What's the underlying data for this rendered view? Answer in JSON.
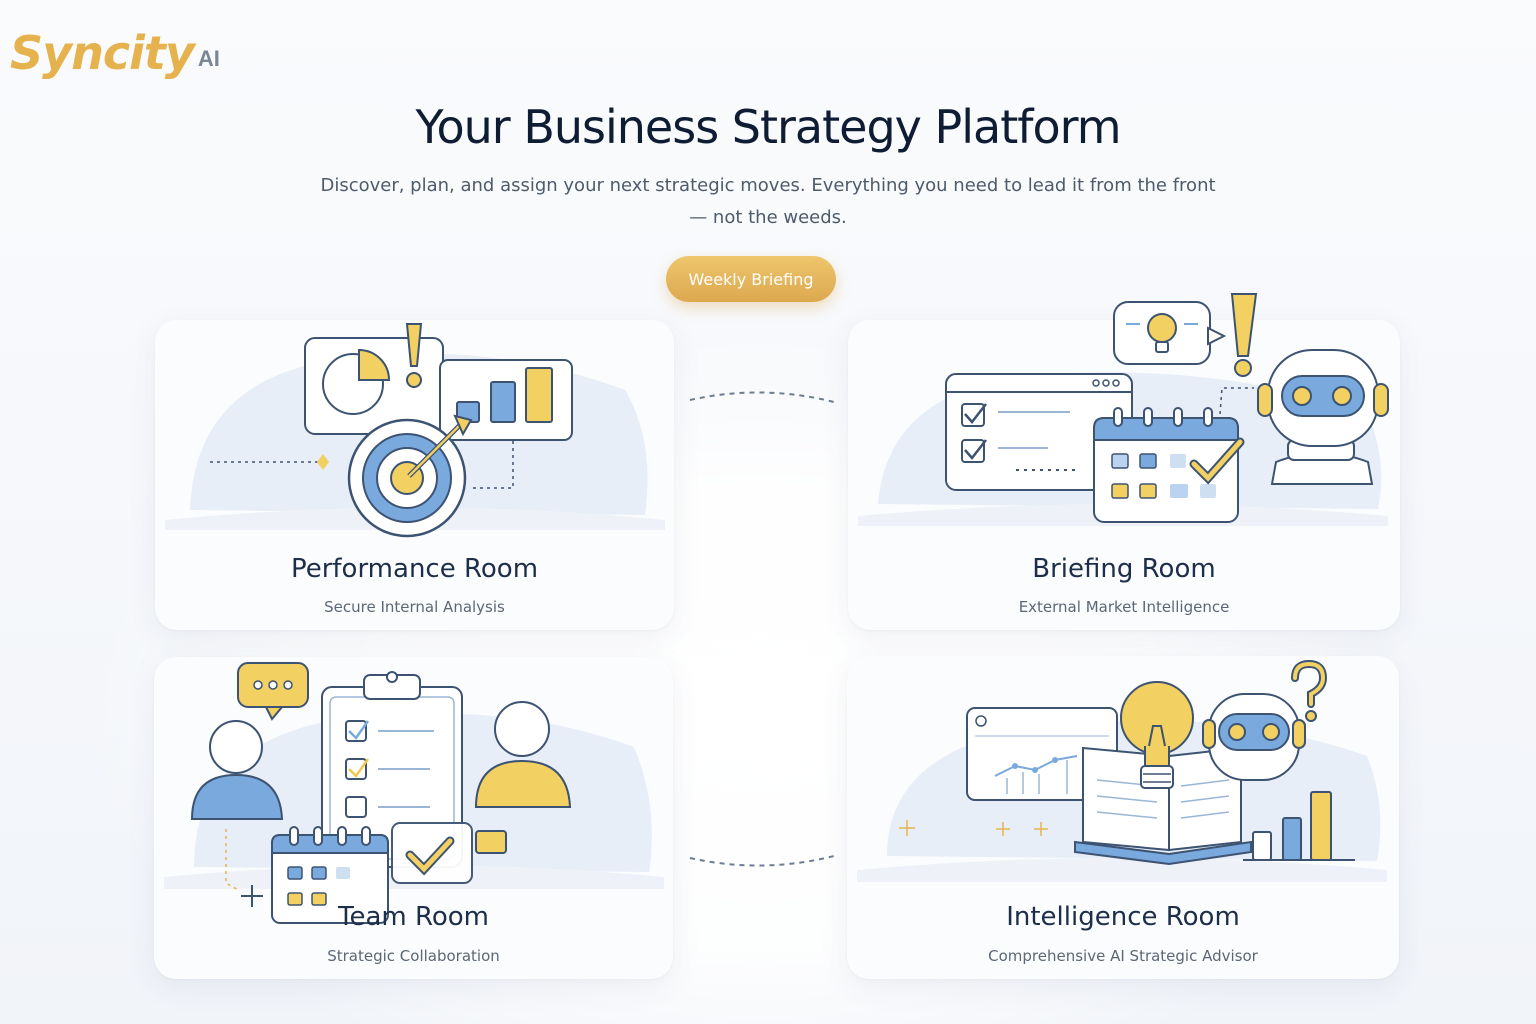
{
  "brand": {
    "name": "Syncity",
    "suffix": "AI"
  },
  "hero": {
    "title": "Your Business Strategy Platform",
    "subtitle": "Discover, plan, and assign your next strategic moves. Everything you need to lead it from the front — not the weeds.",
    "cta_label": "Weekly Briefing"
  },
  "rooms": [
    {
      "title": "Performance Room",
      "subtitle": "Secure Internal Analysis"
    },
    {
      "title": "Briefing Room",
      "subtitle": "External Market Intelligence"
    },
    {
      "title": "Team Room",
      "subtitle": "Strategic Collaboration"
    },
    {
      "title": "Intelligence Room",
      "subtitle": "Comprehensive AI Strategic Advisor"
    }
  ],
  "colors": {
    "accent_gold": "#e5b24e",
    "accent_blue": "#7aa9de",
    "ink": "#0e1d33",
    "line": "#3d5372"
  }
}
